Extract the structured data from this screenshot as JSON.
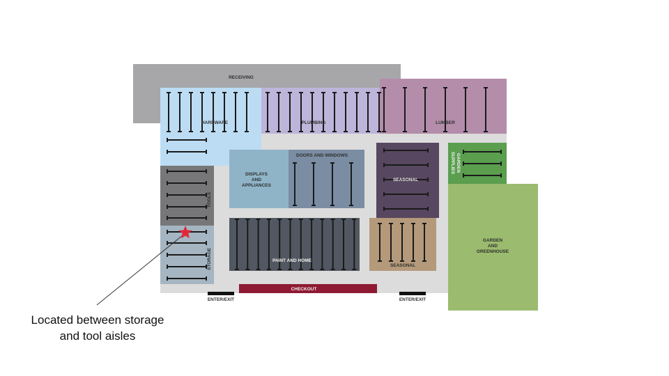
{
  "zones": {
    "receiving": "RECEIVING",
    "hardware": "HARDWARE",
    "plumbing": "PLUMBING",
    "lumber": "LUMBER",
    "doors_windows": "DOORS AND WINDOWS",
    "displays_line1": "DISPLAYS",
    "displays_line2": "AND",
    "displays_line3": "APPLIANCES",
    "seasonal_upper": "SEASONAL",
    "seasonal_lower": "SEASONAL",
    "garden_supplies_line1": "GARDEN",
    "garden_supplies_line2": "SUPPLIES",
    "tools": "TOOLS",
    "storage": "STORAGE",
    "paint_home": "PAINT AND HOME",
    "garden_greenhouse_line1": "GARDEN",
    "garden_greenhouse_line2": "AND",
    "garden_greenhouse_line3": "GREENHOUSE",
    "checkout": "CHECKOUT",
    "enter_exit_left": "ENTER/EXIT",
    "enter_exit_right": "ENTER/EXIT"
  },
  "marker": {
    "icon": "star-icon",
    "color": "#e0283a"
  },
  "annotation": {
    "line1": "Located between storage",
    "line2": "and tool aisles"
  },
  "colors": {
    "floor": "#dcdcdc",
    "receiving": "#a7a7a9",
    "hardware": "#bcdcf3",
    "plumbing": "#bdb5da",
    "lumber": "#b48dab",
    "displays": "#8fb4c8",
    "doors_windows": "#7b8da3",
    "seasonal_upper": "#574760",
    "garden_supplies": "#5a9e4e",
    "tools": "#777779",
    "storage": "#a5b5c2",
    "paint_home": "#525862",
    "seasonal_lower": "#b49a7b",
    "greenhouse": "#9bbb6e",
    "checkout": "#8e1a33"
  }
}
